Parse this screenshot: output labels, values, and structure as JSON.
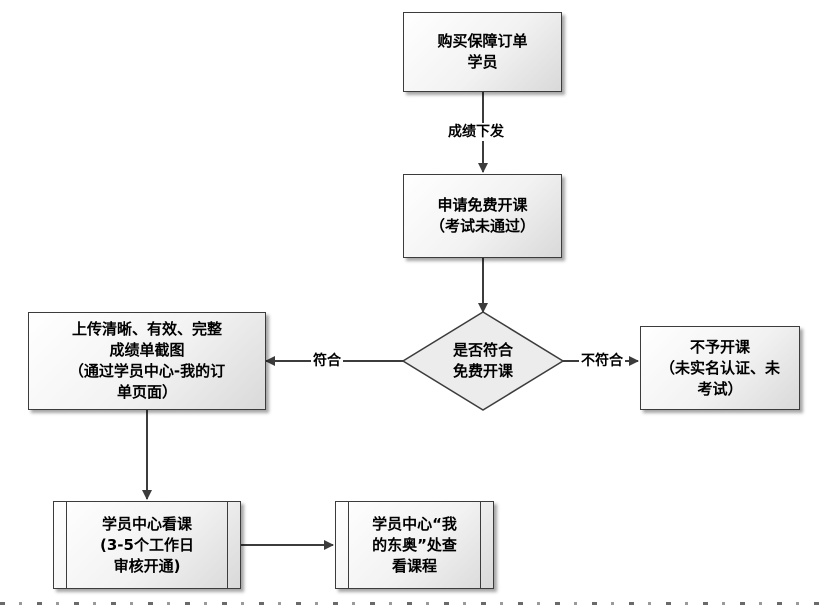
{
  "nodes": {
    "buy": {
      "lines": [
        "购买保障订单",
        "学员"
      ]
    },
    "apply": {
      "lines": [
        "申请免费开课",
        "（考试未通过）"
      ]
    },
    "decision": {
      "lines": [
        "是否符合",
        "免费开课"
      ]
    },
    "upload": {
      "lines": [
        "上传清晰、有效、完整",
        "成绩单截图",
        "（通过学员中心-我的订",
        "单页面）"
      ]
    },
    "reject": {
      "lines": [
        "不予开课",
        "（未实名认证、未",
        "考试）"
      ]
    },
    "review": {
      "lines": [
        "学员中心看课",
        "(3-5个工作日",
        "审核开通)"
      ]
    },
    "view": {
      "lines": [
        "学员中心“我",
        "的东奥”处查",
        "看课程"
      ]
    }
  },
  "edges": {
    "score_issued": "成绩下发",
    "match": "符合",
    "no_match": "不符合"
  }
}
